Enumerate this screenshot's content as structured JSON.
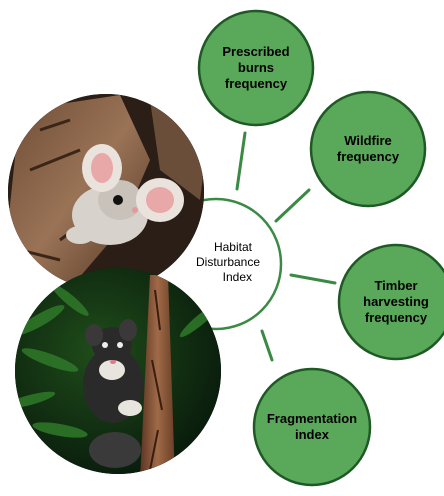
{
  "diagram": {
    "hub": {
      "label": "Habitat\nDisturbance\nIndex"
    },
    "nodes": [
      {
        "id": "prescribed-burns",
        "label": "Prescribed\nburns\nfrequency"
      },
      {
        "id": "wildfire",
        "label": "Wildfire\nfrequency"
      },
      {
        "id": "timber-harvesting",
        "label": "Timber\nharvesting\nfrequency"
      },
      {
        "id": "fragmentation",
        "label": "Fragmentation\nindex"
      }
    ],
    "photos": [
      {
        "subject": "greater glider on tree trunk"
      },
      {
        "subject": "possum on branch"
      }
    ],
    "colors": {
      "node_fill": "#5aa85a",
      "node_stroke": "#1f5a26",
      "connector": "#3a8a44",
      "hub_ring": "#3a8a44"
    }
  }
}
